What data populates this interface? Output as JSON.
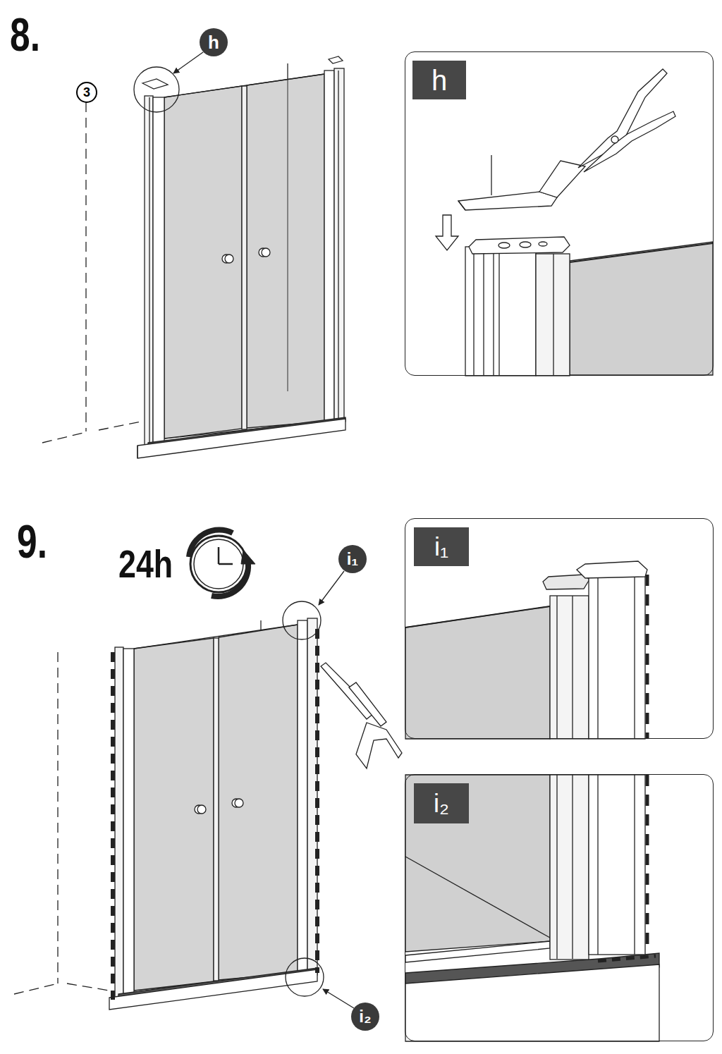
{
  "diagram": {
    "nodes": [
      {
        "text": [
          "h"
        ]
      },
      {
        "text": [
          "h"
        ]
      },
      {
        "text": [
          "3"
        ],
        "in": 1
      },
      {
        "text": [
          "i₁"
        ]
      },
      {
        "text": [
          "i₂"
        ]
      },
      {
        "text": [
          "i₁"
        ]
      },
      {
        "text": [
          "i₂"
        ]
      }
    ],
    "labels": [
      "8.",
      "9.",
      "24h"
    ]
  }
}
